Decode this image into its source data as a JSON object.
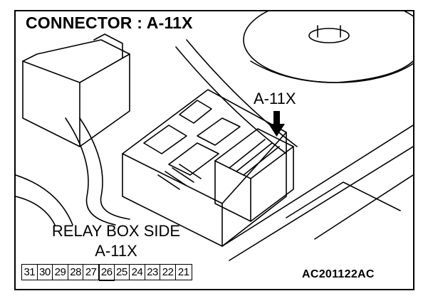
{
  "title": "CONNECTOR : A-11X",
  "callout_label": "A-11X",
  "relay_box_label": "RELAY BOX SIDE",
  "relay_box_code": "A-11X",
  "pins": [
    "31",
    "30",
    "29",
    "28",
    "27",
    "26",
    "25",
    "24",
    "23",
    "22",
    "21"
  ],
  "highlighted_pin": "26",
  "figure_code": "AC201122AC"
}
